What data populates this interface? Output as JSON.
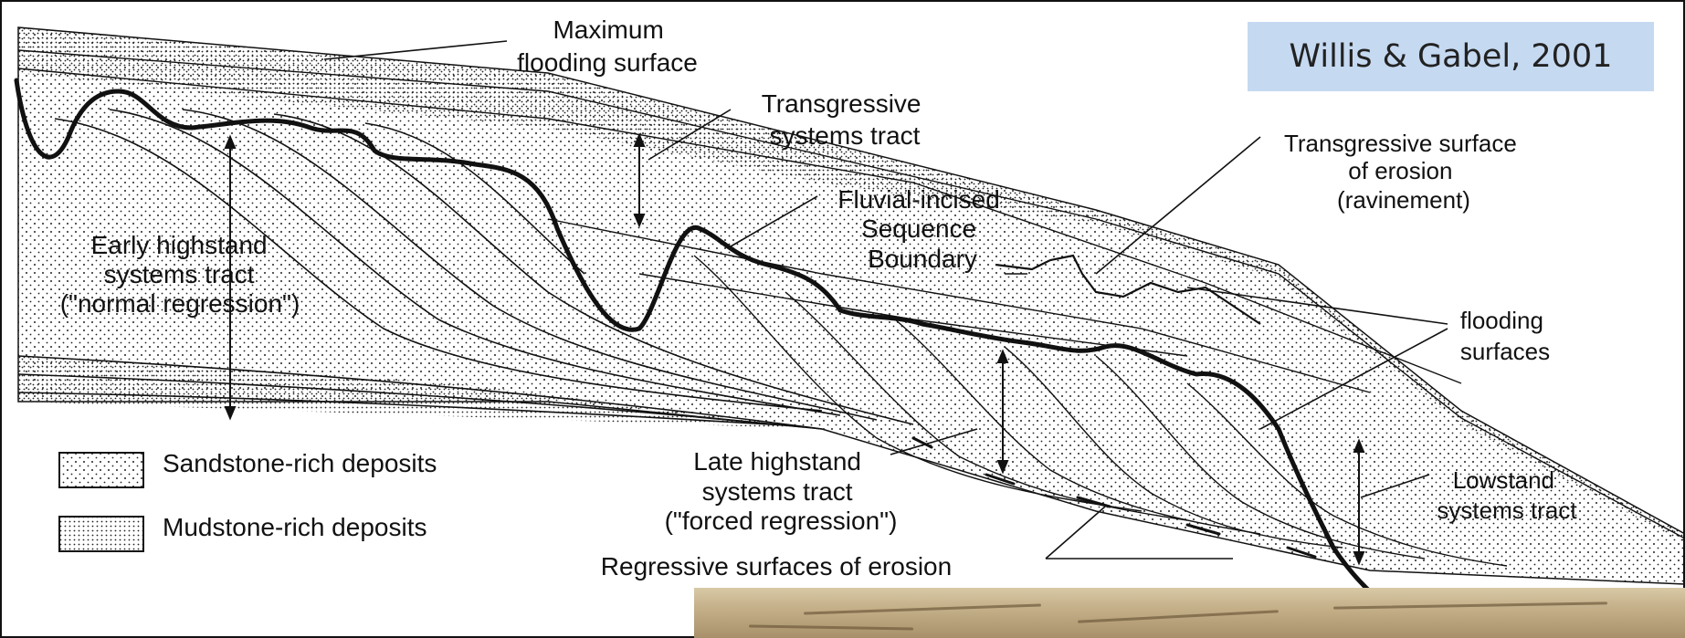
{
  "citation": "Willis & Gabel, 2001",
  "labels": {
    "max_flooding": [
      "Maximum",
      "flooding surface"
    ],
    "transgressive_tract": [
      "Transgressive",
      "systems tract"
    ],
    "transgressive_surface": [
      "Transgressive surface",
      "of erosion",
      "(ravinement)"
    ],
    "fluvial_boundary": [
      "Fluvial-incised",
      "Sequence",
      "Boundary"
    ],
    "early_highstand": [
      "Early highstand",
      "systems tract",
      "(\"normal regression\")"
    ],
    "flooding_surfaces": [
      "flooding",
      "surfaces"
    ],
    "late_highstand": [
      "Late highstand",
      "systems tract",
      "(\"forced regression\")"
    ],
    "lowstand": [
      "Lowstand",
      "systems tract"
    ],
    "regressive": "Regressive surfaces of erosion"
  },
  "legend": [
    {
      "label": "Sandstone-rich deposits",
      "pattern": "sparse-dots"
    },
    {
      "label": "Mudstone-rich deposits",
      "pattern": "dense-dots"
    }
  ],
  "colors": {
    "citation_background": "#c5d9f1",
    "line": "#111111",
    "photo": "#c4b089"
  }
}
